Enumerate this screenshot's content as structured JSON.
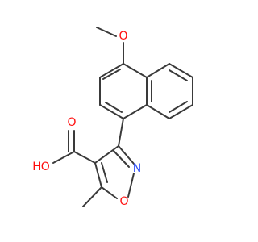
{
  "molecule": {
    "atoms": {
      "o_methoxy": {
        "label": "O",
        "color": "#ff0d0d"
      },
      "o_carbonyl": {
        "label": "O",
        "color": "#ff0d0d"
      },
      "o_hydroxyl": {
        "label": "HO",
        "color": "#ff0d0d"
      },
      "n_ring": {
        "label": "N",
        "color": "#3050f8"
      },
      "o_ring": {
        "label": "O",
        "color": "#ff0d0d"
      }
    },
    "bond_color": "#3a3a3a"
  }
}
